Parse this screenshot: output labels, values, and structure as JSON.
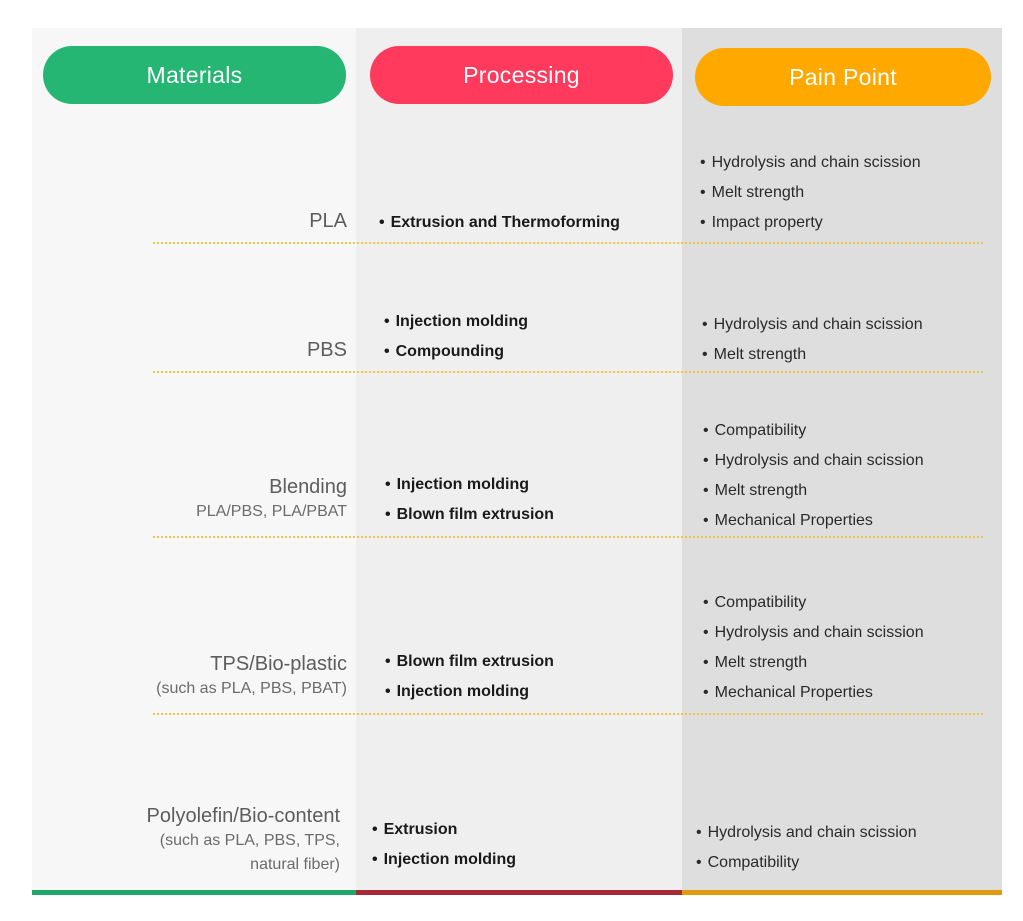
{
  "headers": {
    "materials": "Materials",
    "processing": "Processing",
    "pain_point": "Pain Point"
  },
  "colors": {
    "materials_pill": "#24b672",
    "processing_pill": "#ff3a5c",
    "pain_pill": "#ffa800",
    "materials_bg": "#f7f7f7",
    "processing_bg": "#efefef",
    "pain_bg": "#dedede",
    "materials_bar": "#1fa86a",
    "processing_bar": "#a62a38",
    "pain_bar": "#e09a10",
    "divider": "#f3c24d"
  },
  "rows": [
    {
      "material": "PLA",
      "material_sub": [],
      "processing": [
        "Extrusion and Thermoforming"
      ],
      "pain_points": [
        "Hydrolysis and chain scission",
        "Melt strength",
        "Impact property"
      ]
    },
    {
      "material": "PBS",
      "material_sub": [],
      "processing": [
        "Injection molding",
        "Compounding"
      ],
      "pain_points": [
        "Hydrolysis and chain scission",
        "Melt strength"
      ]
    },
    {
      "material": "Blending",
      "material_sub": [
        "PLA/PBS, PLA/PBAT"
      ],
      "processing": [
        "Injection molding",
        "Blown film extrusion"
      ],
      "pain_points": [
        "Compatibility",
        "Hydrolysis and chain scission",
        "Melt strength",
        "Mechanical Properties"
      ]
    },
    {
      "material": "TPS/Bio-plastic",
      "material_sub": [
        "(such as PLA, PBS, PBAT)"
      ],
      "processing": [
        "Blown film extrusion",
        "Injection molding"
      ],
      "pain_points": [
        "Compatibility",
        "Hydrolysis and chain scission",
        "Melt strength",
        "Mechanical Properties"
      ]
    },
    {
      "material": "Polyolefin/Bio-content",
      "material_sub": [
        "(such as PLA, PBS, TPS,",
        "natural fiber)"
      ],
      "processing": [
        "Extrusion",
        "Injection molding"
      ],
      "pain_points": [
        "Hydrolysis and chain scission",
        "Compatibility"
      ]
    }
  ]
}
